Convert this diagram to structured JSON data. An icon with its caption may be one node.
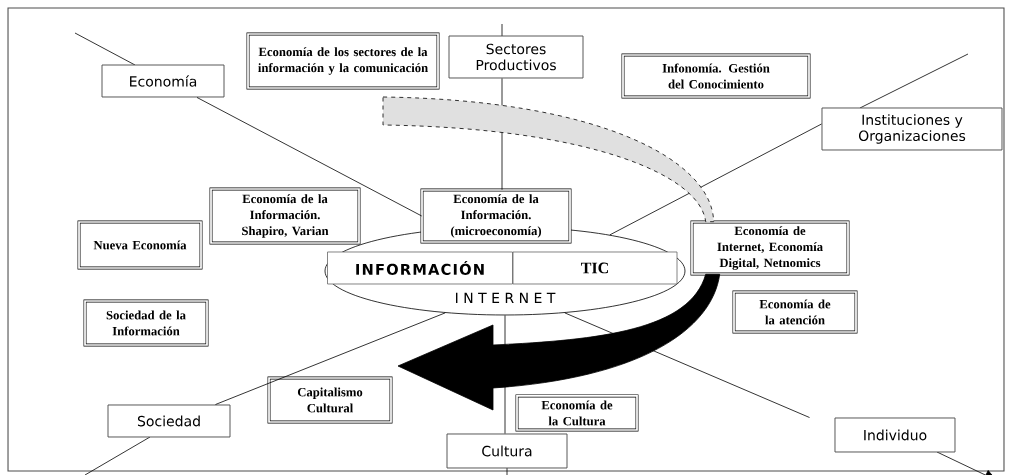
{
  "diagram": {
    "nodes": [
      {
        "text": [
          "Economía de los sectores de la información y la comunicación"
        ]
      },
      {
        "text": [
          "Sectores Productivos"
        ]
      },
      {
        "text": [
          "Infonomía. Gestión del Conocimiento"
        ]
      },
      {
        "text": [
          "Economía"
        ]
      },
      {
        "text": [
          "Instituciones y Organizaciones"
        ]
      },
      {
        "text": [
          "Economía de la Información. Shapiro, Varian"
        ]
      },
      {
        "text": [
          "Economía de la Información. (microeconomía)"
        ]
      },
      {
        "text": [
          "I N T E R N E T"
        ]
      },
      {
        "text": [
          "INFORMACIÓN"
        ],
        "in": 7
      },
      {
        "text": [
          "TIC"
        ],
        "in": 7
      },
      {
        "text": [
          "Economía de Internet, Economía Digital, Netnomics"
        ]
      },
      {
        "text": [
          "Nueva Economía"
        ]
      },
      {
        "text": [
          "Sociedad de la Información"
        ]
      },
      {
        "text": [
          "Capitalismo Cultural"
        ]
      },
      {
        "text": [
          "Economía de la atención"
        ]
      },
      {
        "text": [
          "Economía de la Cultura"
        ]
      },
      {
        "text": [
          "Sociedad"
        ]
      },
      {
        "text": [
          "Cultura"
        ]
      },
      {
        "text": [
          "Individuo"
        ]
      }
    ],
    "edges": [
      {
        "from": 3,
        "to": 6,
        "arrow": "none"
      },
      {
        "from": 7,
        "to": 18,
        "arrow": "none"
      },
      {
        "from": 1,
        "to": 6,
        "arrow": "none"
      },
      {
        "from": 7,
        "to": 17,
        "arrow": "none"
      },
      {
        "from": 4,
        "to": 7,
        "arrow": "none"
      },
      {
        "from": 7,
        "to": 16,
        "arrow": "none"
      },
      {
        "from": null,
        "to": 10,
        "arrow": "none",
        "style": "dashed"
      },
      {
        "from": 10,
        "to": null,
        "arrow": "to",
        "style": "thick"
      }
    ]
  }
}
